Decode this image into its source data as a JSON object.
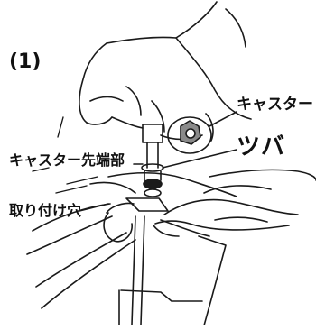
{
  "step_number": "(1)",
  "labels": {
    "caster": "キャスター",
    "caster_tip": "キャスター先端部",
    "flange": "ツバ",
    "mounting_hole": "取り付け穴"
  },
  "colors": {
    "line": "#1a1a1a",
    "background": "#ffffff"
  }
}
